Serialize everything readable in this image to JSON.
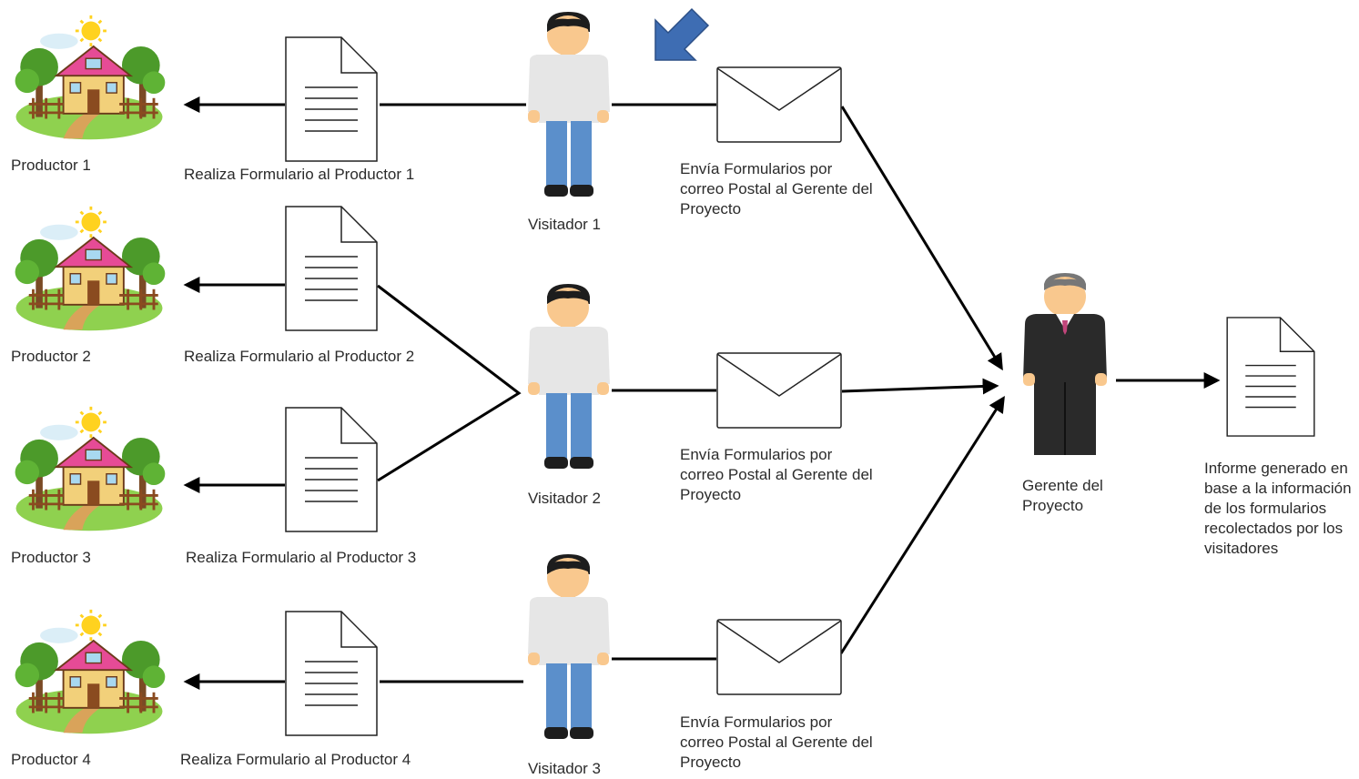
{
  "producers": [
    {
      "label": "Productor 1"
    },
    {
      "label": "Productor 2"
    },
    {
      "label": "Productor 3"
    },
    {
      "label": "Productor 4"
    }
  ],
  "forms": [
    {
      "label": "Realiza Formulario al Productor 1"
    },
    {
      "label": "Realiza Formulario al Productor 2"
    },
    {
      "label": "Realiza Formulario al Productor 3"
    },
    {
      "label": "Realiza Formulario al Productor 4"
    }
  ],
  "visitors": [
    {
      "label": "Visitador 1"
    },
    {
      "label": "Visitador 2"
    },
    {
      "label": "Visitador 3"
    }
  ],
  "mail": [
    {
      "label": "Envía Formularios por correo Postal al Gerente del Proyecto"
    },
    {
      "label": "Envía Formularios por correo Postal al Gerente del Proyecto"
    },
    {
      "label": "Envía Formularios por correo Postal al Gerente del Proyecto"
    }
  ],
  "manager": {
    "label": "Gerente del Proyecto"
  },
  "report": {
    "label": "Informe generado en base a la información de los formularios recolectados por los visitadores"
  },
  "colors": {
    "line": "#000000",
    "text": "#2b2b2b",
    "shirt": "#e6e6e6",
    "pants": "#5b8fcb",
    "skin": "#f9c88e",
    "hair": "#1d1d1d",
    "suit": "#2a2a2a",
    "tie": "#c0457a",
    "pointer": "#3e6db3",
    "house_roof": "#e64b96",
    "house_wall": "#f2d07a",
    "tree": "#4c9a2a",
    "grass": "#8fd14f",
    "sun": "#ffd21f"
  },
  "icons": {
    "producer": "farmhouse-icon",
    "form": "document-icon",
    "visitor": "person-icon",
    "mail": "envelope-icon",
    "manager": "businessman-icon",
    "report": "document-icon",
    "pointer": "arrow-pointer-icon"
  }
}
